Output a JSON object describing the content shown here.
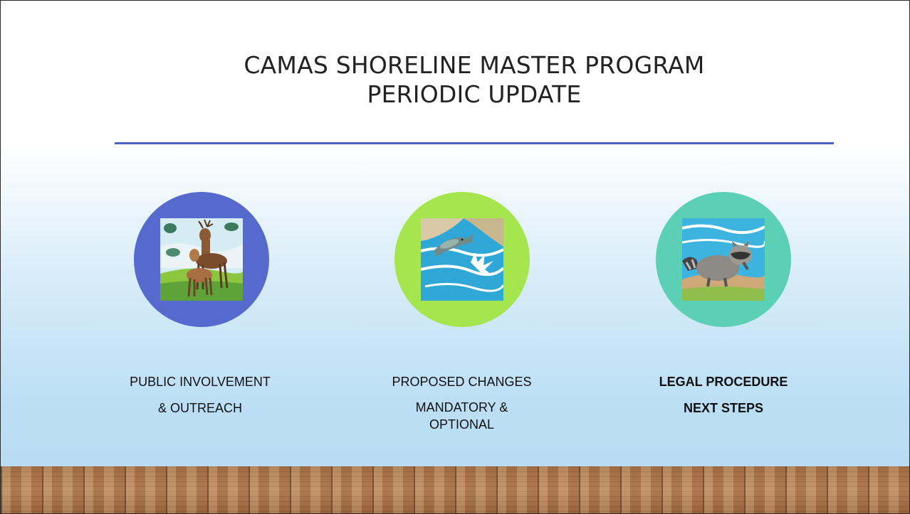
{
  "slide": {
    "title_line1": "CAMAS SHORELINE MASTER PROGRAM",
    "title_line2": "PERIODIC UPDATE",
    "colors": {
      "rule": "#4a63c1",
      "circle_1": "#5669cc",
      "circle_2": "#a5e64f",
      "circle_3": "#5cd0b5"
    },
    "sections": [
      {
        "illustration": "deer-illustration",
        "line1": "PUBLIC INVOLVEMENT",
        "line2": "& OUTREACH"
      },
      {
        "illustration": "salmon-illustration",
        "line1": "PROPOSED CHANGES",
        "line2": "MANDATORY &",
        "line3": "OPTIONAL"
      },
      {
        "illustration": "raccoon-illustration",
        "line1": "LEGAL PROCEDURE",
        "line2": "NEXT STEPS"
      }
    ]
  }
}
